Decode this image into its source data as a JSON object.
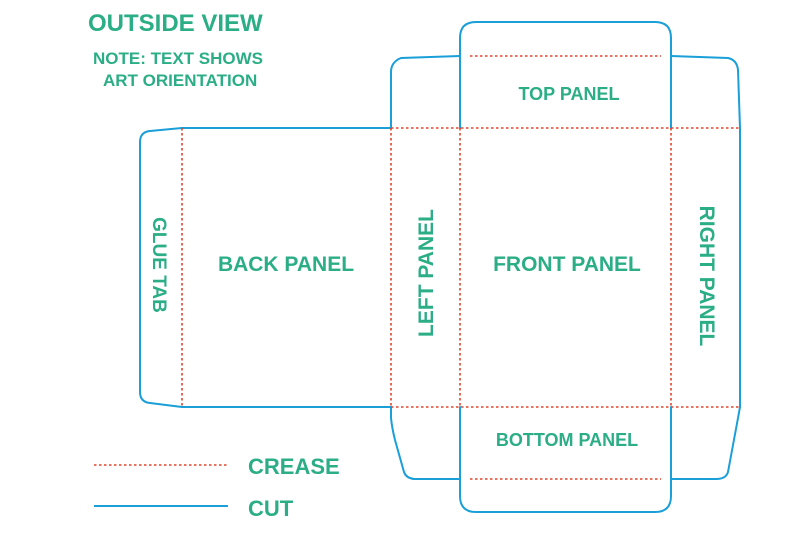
{
  "header": {
    "title": "OUTSIDE VIEW",
    "note_line1": "NOTE: TEXT SHOWS",
    "note_line2": "ART ORIENTATION"
  },
  "panels": {
    "top": "TOP PANEL",
    "back": "BACK PANEL",
    "left": "LEFT PANEL",
    "front": "FRONT PANEL",
    "right": "RIGHT PANEL",
    "bottom": "BOTTOM PANEL",
    "glue": "GLUE TAB"
  },
  "legend": {
    "crease": "CREASE",
    "cut": "CUT"
  },
  "colors": {
    "text": "#2bae85",
    "cut": "#1a9fd8",
    "crease": "#e0452a"
  }
}
